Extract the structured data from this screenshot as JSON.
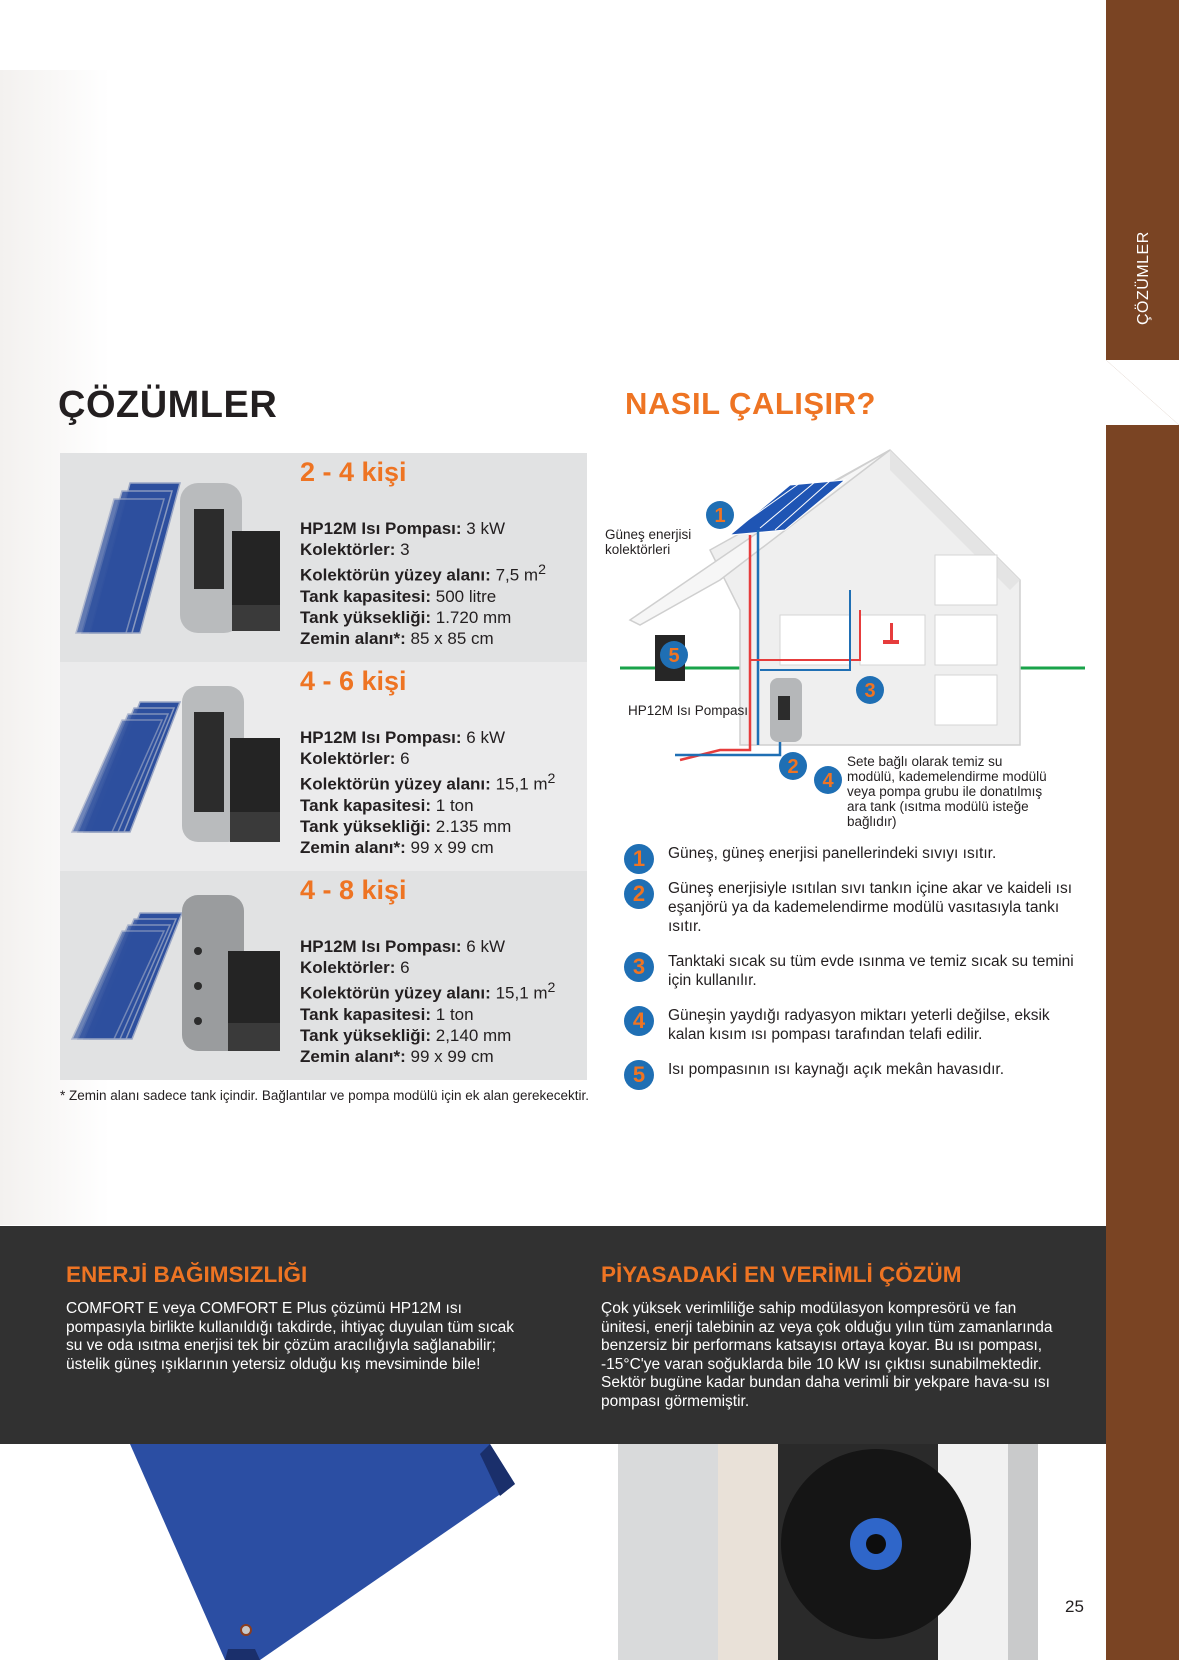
{
  "side_label": "ÇÖZÜMLER",
  "heading_main": "ÇÖZÜMLER",
  "heading_how": "NASIL ÇALIŞIR?",
  "solutions": [
    {
      "title": "2 - 4 kişi",
      "specs": [
        {
          "label": "HP12M Isı Pompası:",
          "value": "3 kW",
          "sup": ""
        },
        {
          "label": "Kolektörler:",
          "value": "3",
          "sup": ""
        },
        {
          "label": "Kolektörün yüzey alanı:",
          "value": "7,5 m",
          "sup": "2"
        },
        {
          "label": "Tank kapasitesi:",
          "value": "500 litre",
          "sup": ""
        },
        {
          "label": "Tank yüksekliği:",
          "value": "1.720 mm",
          "sup": ""
        },
        {
          "label": "Zemin alanı*:",
          "value": "85 x 85 cm",
          "sup": ""
        }
      ]
    },
    {
      "title": "4 - 6 kişi",
      "specs": [
        {
          "label": "HP12M Isı Pompası:",
          "value": "6 kW",
          "sup": ""
        },
        {
          "label": "Kolektörler:",
          "value": "6",
          "sup": ""
        },
        {
          "label": "Kolektörün yüzey alanı:",
          "value": "15,1 m",
          "sup": "2"
        },
        {
          "label": "Tank kapasitesi:",
          "value": "1 ton",
          "sup": ""
        },
        {
          "label": "Tank yüksekliği:",
          "value": "2.135 mm",
          "sup": ""
        },
        {
          "label": "Zemin alanı*:",
          "value": "99 x 99 cm",
          "sup": ""
        }
      ]
    },
    {
      "title": "4 - 8 kişi",
      "specs": [
        {
          "label": "HP12M Isı Pompası:",
          "value": "6 kW",
          "sup": ""
        },
        {
          "label": "Kolektörler:",
          "value": "6",
          "sup": ""
        },
        {
          "label": "Kolektörün yüzey alanı:",
          "value": "15,1 m",
          "sup": "2"
        },
        {
          "label": "Tank kapasitesi:",
          "value": "1 ton",
          "sup": ""
        },
        {
          "label": "Tank yüksekliği:",
          "value": "2,140 mm",
          "sup": ""
        },
        {
          "label": "Zemin alanı*:",
          "value": "99 x 99 cm",
          "sup": ""
        }
      ]
    }
  ],
  "footnote": "* Zemin alanı sadece tank içindir. Bağlantılar ve pompa modülü için ek alan gerekecektir.",
  "diagram": {
    "collector_label": "Güneş enerjisi kolektörleri",
    "pump_label": "HP12M Isı Pompası",
    "tank_label": "Sete bağlı olarak temiz su modülü, kademelendirme modülü veya pompa grubu ile donatılmış ara tank (ısıtma modülü isteğe bağlıdır)",
    "markers": [
      "1",
      "2",
      "3",
      "4",
      "5"
    ]
  },
  "steps": [
    {
      "num": "1",
      "text": "Güneş, güneş enerjisi panellerindeki sıvıyı ısıtır."
    },
    {
      "num": "2",
      "text": "Güneş enerjisiyle ısıtılan sıvı tankın içine akar ve kaideli ısı eşanjörü ya da kademelendirme modülü vasıtasıyla tankı ısıtır."
    },
    {
      "num": "3",
      "text": "Tanktaki sıcak su tüm evde ısınma ve temiz sıcak su temini için kullanılır."
    },
    {
      "num": "4",
      "text": "Güneşin yaydığı radyasyon miktarı yeterli değilse, eksik kalan kısım ısı pompası tarafından telafi edilir."
    },
    {
      "num": "5",
      "text": "Isı pompasının ısı kaynağı açık mekân havasıdır."
    }
  ],
  "features": [
    {
      "title": "ENERJİ BAĞIMSIZLIĞI",
      "text": "COMFORT E veya COMFORT E Plus çözümü HP12M ısı pompasıyla birlikte kullanıldığı takdirde, ihtiyaç duyulan tüm sıcak su ve oda ısıtma enerjisi tek bir çözüm aracılığıyla sağlanabilir; üstelik güneş ışıklarının yetersiz olduğu kış mevsiminde bile!"
    },
    {
      "title": "PİYASADAKİ EN VERİMLİ ÇÖZÜM",
      "text": "Çok yüksek verimliliğe sahip modülasyon kompresörü ve fan ünitesi, enerji talebinin az veya çok olduğu yılın tüm zamanlarında benzersiz bir performans katsayısı ortaya koyar. Bu ısı pompası, -15°C'ye varan soğuklarda bile 10 kW ısı çıktısı sunabilmektedir. Sektör bugüne kadar bundan daha verimli bir yekpare hava-su ısı pompası görmemiştir."
    }
  ],
  "page_number": "25",
  "colors": {
    "accent": "#ee7423",
    "blue": "#1f6fb4",
    "band": "#7a4423",
    "dark": "#313131"
  }
}
